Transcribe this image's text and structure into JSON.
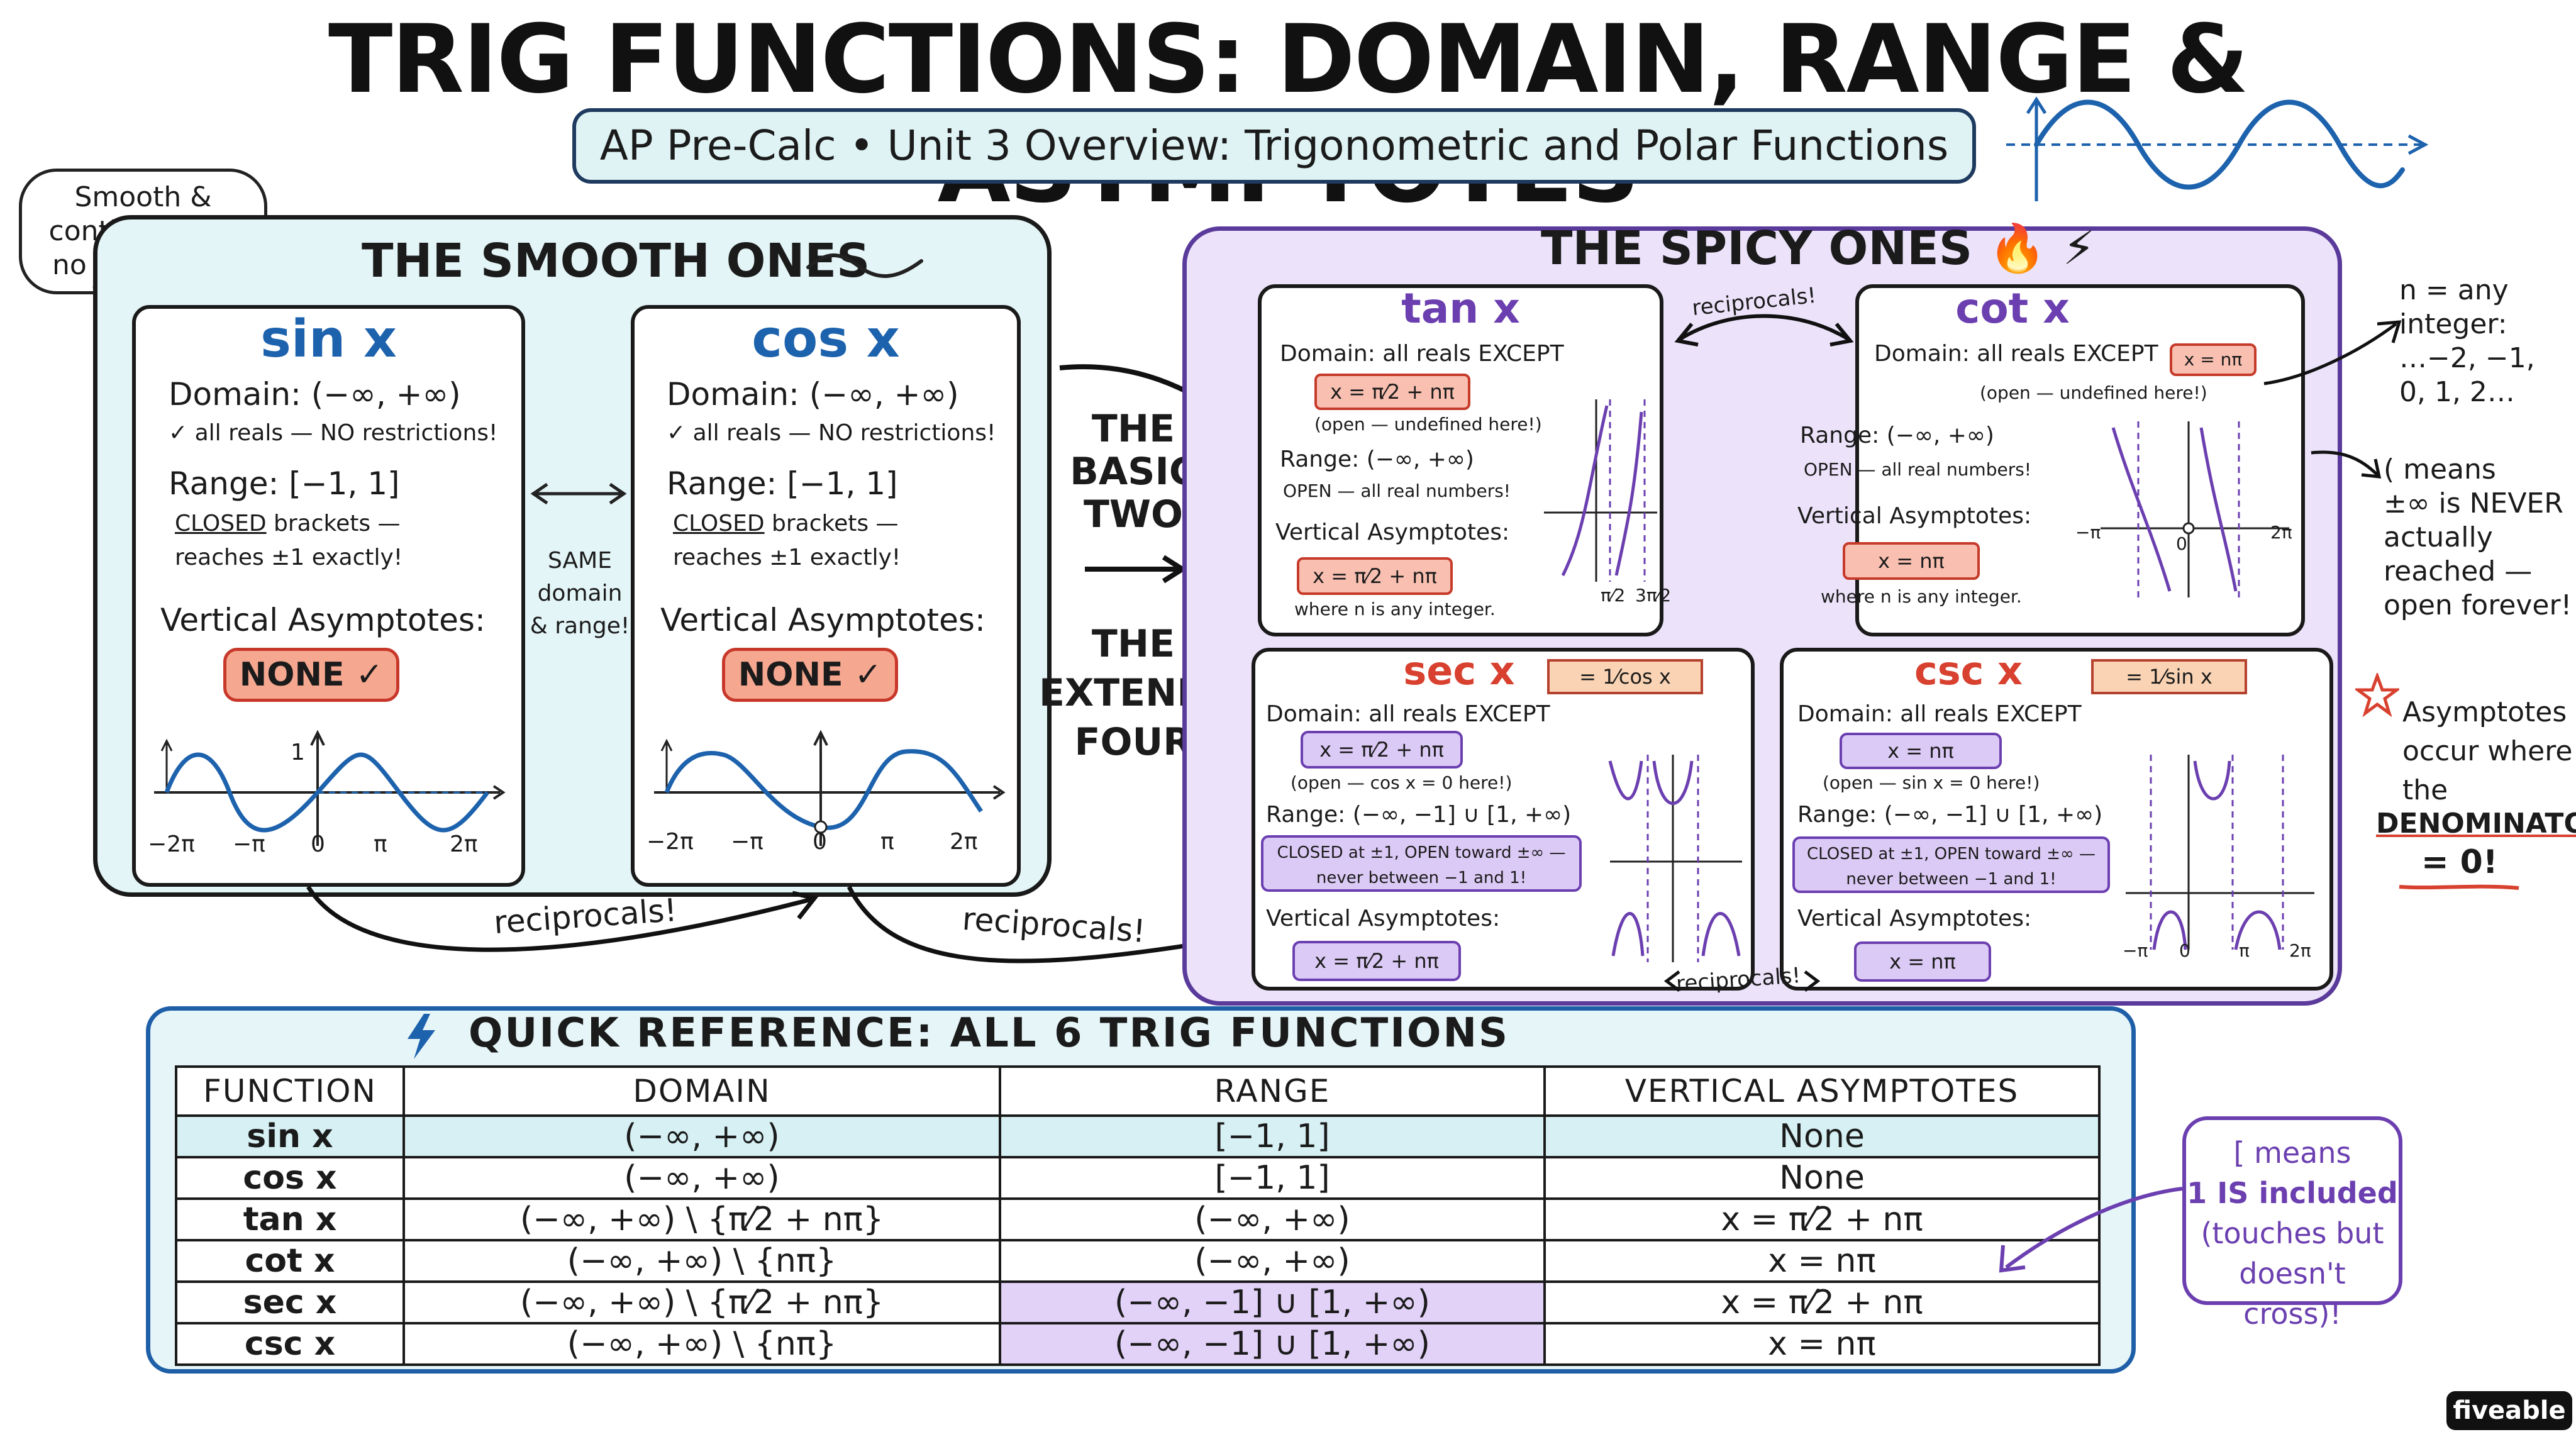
{
  "title": "TRIG FUNCTIONS: DOMAIN, RANGE & ASYMPTOTES",
  "subtitle": "AP Pre-Calc • Unit 3 Overview: Trigonometric and Polar Functions",
  "bubble": {
    "line1": "Smooth &",
    "line2": "continuous —",
    "line3": "no drama! ☺"
  },
  "smooth": {
    "title": "THE SMOOTH ONES",
    "sin": {
      "name": "sin x",
      "domain_label": "Domain:",
      "domain": "(−∞, +∞)",
      "domain_note": "✓ all reals — NO restrictions!",
      "range_label": "Range:",
      "range": "[−1, 1]",
      "range_note1a": "CLOSED",
      "range_note1b": " brackets —",
      "range_note2": "reaches ±1 exactly!",
      "va_label": "Vertical Asymptotes:",
      "va": "NONE ✓",
      "ticks": [
        "−2π",
        "−π",
        "0",
        "π",
        "2π"
      ],
      "one": "1"
    },
    "cos": {
      "name": "cos x",
      "domain_label": "Domain:",
      "domain": "(−∞, +∞)",
      "domain_note": "✓ all reals — NO restrictions!",
      "range_label": "Range:",
      "range": "[−1, 1]",
      "range_note1a": "CLOSED",
      "range_note1b": " brackets —",
      "range_note2": "reaches ±1 exactly!",
      "va_label": "Vertical Asymptotes:",
      "va": "NONE ✓",
      "ticks": [
        "−2π",
        "−π",
        "0",
        "π",
        "2π"
      ]
    },
    "same": {
      "l1": "SAME",
      "l2": "domain",
      "l3": "& range!"
    },
    "reciprocals": "reciprocals!"
  },
  "middle": {
    "basic1": "THE",
    "basic2": "BASIC",
    "basic3": "TWO",
    "ext1": "THE",
    "ext2": "EXTENDED",
    "ext3": "FOUR",
    "reciprocals": "reciprocals!"
  },
  "spicy": {
    "title": "THE SPICY ONES 🔥 ⚡",
    "recip_top": "reciprocals!",
    "recip_bottom": "reciprocals!",
    "tan": {
      "name": "tan x",
      "domain_label": "Domain:",
      "domain_text": "all reals EXCEPT",
      "except": "x = π⁄2 + nπ",
      "note": "(open — undefined here!)",
      "range_label": "Range:",
      "range": "(−∞, +∞)",
      "range_note": "OPEN — all real numbers!",
      "va_label": "Vertical Asymptotes:",
      "va": "x = π⁄2 + nπ",
      "va_note": "where n is any integer.",
      "ticks": [
        "π⁄2",
        "3π⁄2"
      ]
    },
    "cot": {
      "name": "cot x",
      "domain_label": "Domain:",
      "domain_text": "all reals EXCEPT",
      "except": "x = nπ",
      "note": "(open — undefined here!)",
      "range_label": "Range:",
      "range": "(−∞, +∞)",
      "range_note": "OPEN — all real numbers!",
      "va_label": "Vertical Asymptotes:",
      "va": "x = nπ",
      "va_note": "where n is any integer.",
      "ticks": [
        "−π",
        "0",
        "2π"
      ]
    },
    "sec": {
      "name": "sec x",
      "tag": "= 1⁄cos x",
      "domain_label": "Domain:",
      "domain_text": "all reals EXCEPT",
      "except": "x = π⁄2 + nπ",
      "note": "(open — cos x = 0 here!)",
      "range_label": "Range:",
      "range": "(−∞, −1] ∪ [1, +∞)",
      "range_note1": "CLOSED at ±1, OPEN toward ±∞ —",
      "range_note2": "never between −1 and 1!",
      "va_label": "Vertical Asymptotes:",
      "va": "x = π⁄2 + nπ"
    },
    "csc": {
      "name": "csc x",
      "tag": "= 1⁄sin x",
      "domain_label": "Domain:",
      "domain_text": "all reals EXCEPT",
      "except": "x = nπ",
      "note": "(open — sin x = 0 here!)",
      "range_label": "Range:",
      "range": "(−∞, −1] ∪ [1, +∞)",
      "range_note1": "CLOSED at ±1, OPEN toward ±∞ —",
      "range_note2": "never between −1 and 1!",
      "va_label": "Vertical Asymptotes:",
      "va": "x = nπ",
      "ticks": [
        "−π",
        "0",
        "π",
        "2π"
      ]
    }
  },
  "right_notes": {
    "n1": "n = any",
    "n2": "integer:",
    "n3": "…−2, −1,",
    "n4": "0, 1, 2…",
    "p1": "( means",
    "p2": "±∞ is NEVER",
    "p3": "actually",
    "p4": "reached —",
    "p5": "open forever!",
    "a1": "Asymptotes",
    "a2": "occur where",
    "a3": "the",
    "a4": "DENOMINATOR",
    "a5": "= 0!"
  },
  "quick_ref": {
    "title": "QUICK REFERENCE: ALL 6 TRIG FUNCTIONS",
    "headers": [
      "FUNCTION",
      "DOMAIN",
      "RANGE",
      "VERTICAL ASYMPTOTES"
    ],
    "rows": [
      {
        "f": "sin x",
        "d": "(−∞, +∞)",
        "r": "[−1, 1]",
        "v": "None"
      },
      {
        "f": "cos x",
        "d": "(−∞, +∞)",
        "r": "[−1, 1]",
        "v": "None"
      },
      {
        "f": "tan x",
        "d": "(−∞, +∞) \\ {π⁄2 + nπ}",
        "r": "(−∞, +∞)",
        "v": "x = π⁄2 + nπ"
      },
      {
        "f": "cot x",
        "d": "(−∞, +∞) \\ {nπ}",
        "r": "(−∞, +∞)",
        "v": "x = nπ"
      },
      {
        "f": "sec x",
        "d": "(−∞, +∞) \\ {π⁄2 + nπ}",
        "r": "(−∞, −1] ∪ [1, +∞)",
        "v": "x = π⁄2 + nπ"
      },
      {
        "f": "csc x",
        "d": "(−∞, +∞) \\ {nπ}",
        "r": "(−∞, −1] ∪ [1, +∞)",
        "v": "x = nπ"
      }
    ]
  },
  "bracket_note": {
    "l1": "[ means",
    "l2": "1 IS included",
    "l3": "(touches but",
    "l4": "doesn't cross)!"
  },
  "brand": "fiveable",
  "colors": {
    "blue": "#1d62ad",
    "red": "#d8412f",
    "purple": "#6b3fb0",
    "teal_bg": "#e4f5f7",
    "lavender_bg": "#ece3fa"
  }
}
